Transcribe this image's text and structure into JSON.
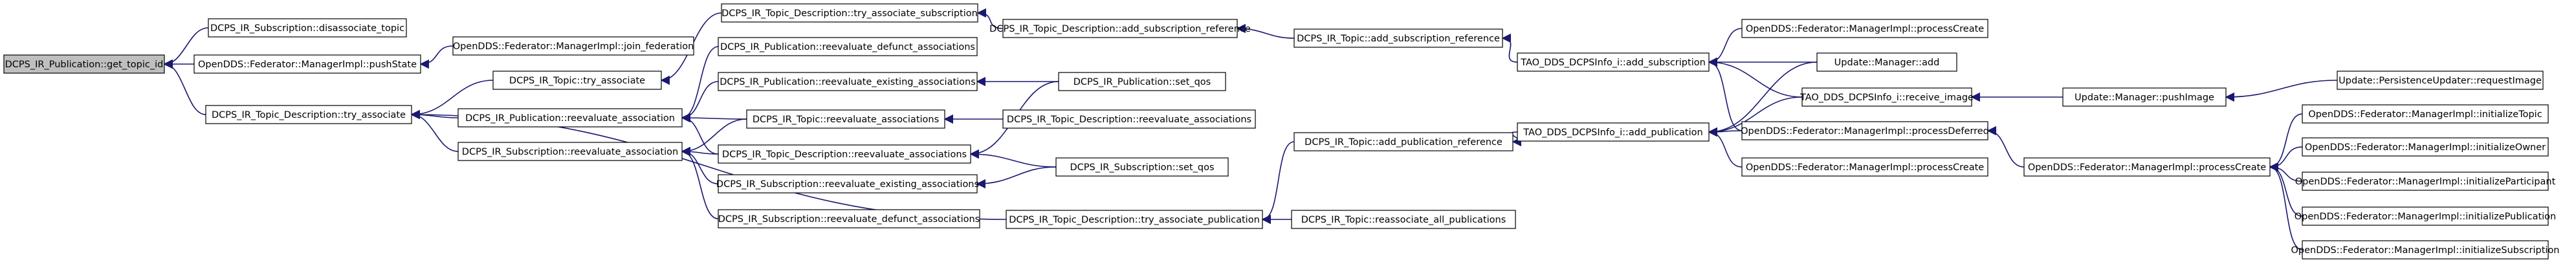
{
  "diagram": {
    "kind": "call-graph",
    "edge_color": "#191970",
    "root_fill": "#bfbfbf",
    "nodes": [
      {
        "id": "n0",
        "label": "DCPS_IR_Publication::get_topic_id"
      },
      {
        "id": "n1",
        "label": "DCPS_IR_Subscription::disassociate_topic"
      },
      {
        "id": "n2",
        "label": "OpenDDS::Federator::ManagerImpl::pushState"
      },
      {
        "id": "n3",
        "label": "OpenDDS::Federator::ManagerImpl::join_federation"
      },
      {
        "id": "n4",
        "label": "DCPS_IR_Topic_Description::try_associate"
      },
      {
        "id": "n5",
        "label": "DCPS_IR_Topic::try_associate"
      },
      {
        "id": "n6",
        "label": "DCPS_IR_Topic_Description::try_associate_subscription"
      },
      {
        "id": "n7",
        "label": "DCPS_IR_Topic_Description::add_subscription_reference"
      },
      {
        "id": "n8",
        "label": "DCPS_IR_Topic::add_subscription_reference"
      },
      {
        "id": "n9",
        "label": "TAO_DDS_DCPSInfo_i::add_subscription"
      },
      {
        "id": "n10",
        "label": "OpenDDS::Federator::ManagerImpl::processCreate"
      },
      {
        "id": "n11",
        "label": "Update::Manager::add"
      },
      {
        "id": "n12",
        "label": "TAO_DDS_DCPSInfo_i::receive_image"
      },
      {
        "id": "n13",
        "label": "Update::Manager::pushImage"
      },
      {
        "id": "n14",
        "label": "Update::PersistenceUpdater::requestImage"
      },
      {
        "id": "n15",
        "label": "OpenDDS::Federator::ManagerImpl::processDeferred"
      },
      {
        "id": "n16",
        "label": "DCPS_IR_Publication::reevaluate_association"
      },
      {
        "id": "n17",
        "label": "DCPS_IR_Publication::reevaluate_defunct_associations"
      },
      {
        "id": "n18",
        "label": "DCPS_IR_Publication::reevaluate_existing_associations"
      },
      {
        "id": "n19",
        "label": "DCPS_IR_Publication::set_qos"
      },
      {
        "id": "n20",
        "label": "DCPS_IR_Topic::reevaluate_associations"
      },
      {
        "id": "n21",
        "label": "DCPS_IR_Topic_Description::reevaluate_associations"
      },
      {
        "id": "n22",
        "label": "DCPS_IR_Subscription::reevaluate_association"
      },
      {
        "id": "n23",
        "label": "DCPS_IR_Topic_Description::reevaluate_associations"
      },
      {
        "id": "n24",
        "label": "DCPS_IR_Subscription::set_qos"
      },
      {
        "id": "n25",
        "label": "DCPS_IR_Subscription::reevaluate_existing_associations"
      },
      {
        "id": "n26",
        "label": "DCPS_IR_Subscription::reevaluate_defunct_associations"
      },
      {
        "id": "n27",
        "label": "DCPS_IR_Topic::add_publication_reference"
      },
      {
        "id": "n28",
        "label": "TAO_DDS_DCPSInfo_i::add_publication"
      },
      {
        "id": "n29",
        "label": "OpenDDS::Federator::ManagerImpl::processCreate"
      },
      {
        "id": "n30",
        "label": "DCPS_IR_Topic_Description::try_associate_publication"
      },
      {
        "id": "n31",
        "label": "DCPS_IR_Topic::reassociate_all_publications"
      },
      {
        "id": "n32",
        "label": "OpenDDS::Federator::ManagerImpl::processCreate"
      },
      {
        "id": "n33",
        "label": "OpenDDS::Federator::ManagerImpl::initializeTopic"
      },
      {
        "id": "n34",
        "label": "OpenDDS::Federator::ManagerImpl::initializeOwner"
      },
      {
        "id": "n35",
        "label": "OpenDDS::Federator::ManagerImpl::initializeParticipant"
      },
      {
        "id": "n36",
        "label": "OpenDDS::Federator::ManagerImpl::initializePublication"
      },
      {
        "id": "n37",
        "label": "OpenDDS::Federator::ManagerImpl::initializeSubscription"
      }
    ],
    "edges": [
      [
        "n1",
        "n0"
      ],
      [
        "n2",
        "n0"
      ],
      [
        "n4",
        "n0"
      ],
      [
        "n3",
        "n2"
      ],
      [
        "n5",
        "n4"
      ],
      [
        "n16",
        "n4"
      ],
      [
        "n22",
        "n4"
      ],
      [
        "n30",
        "n4"
      ],
      [
        "n6",
        "n5"
      ],
      [
        "n7",
        "n6"
      ],
      [
        "n8",
        "n7"
      ],
      [
        "n9",
        "n8"
      ],
      [
        "n10",
        "n9"
      ],
      [
        "n11",
        "n9"
      ],
      [
        "n12",
        "n9"
      ],
      [
        "n15",
        "n9"
      ],
      [
        "n13",
        "n12"
      ],
      [
        "n14",
        "n13"
      ],
      [
        "n32",
        "n15"
      ],
      [
        "n17",
        "n16"
      ],
      [
        "n18",
        "n16"
      ],
      [
        "n20",
        "n16"
      ],
      [
        "n23",
        "n16"
      ],
      [
        "n19",
        "n18"
      ],
      [
        "n21",
        "n20"
      ],
      [
        "n20",
        "n22"
      ],
      [
        "n23",
        "n22"
      ],
      [
        "n25",
        "n22"
      ],
      [
        "n26",
        "n22"
      ],
      [
        "n19",
        "n23"
      ],
      [
        "n24",
        "n23"
      ],
      [
        "n24",
        "n25"
      ],
      [
        "n31",
        "n30"
      ],
      [
        "n27",
        "n30"
      ],
      [
        "n28",
        "n27"
      ],
      [
        "n11",
        "n28"
      ],
      [
        "n12",
        "n28"
      ],
      [
        "n15",
        "n28"
      ],
      [
        "n29",
        "n28"
      ],
      [
        "n33",
        "n32"
      ],
      [
        "n34",
        "n32"
      ],
      [
        "n35",
        "n32"
      ],
      [
        "n36",
        "n32"
      ],
      [
        "n37",
        "n32"
      ]
    ]
  }
}
